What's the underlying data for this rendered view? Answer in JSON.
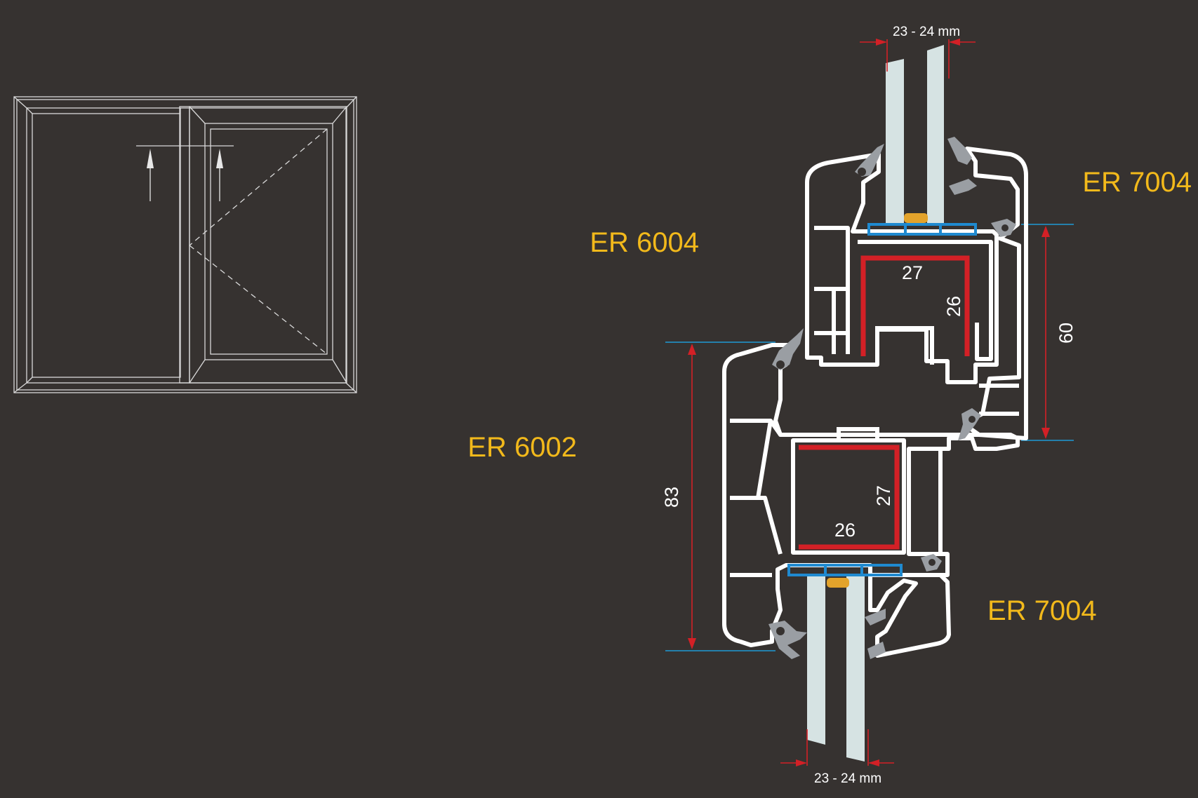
{
  "labels": {
    "top_sash": "ER 6004",
    "frame": "ER 6002",
    "top_bead": "ER 7004",
    "bottom_bead": "ER 7004"
  },
  "dimensions": {
    "glass_top": "23 - 24 mm",
    "glass_bottom": "23 - 24 mm",
    "sash_depth": "60",
    "frame_depth": "83",
    "top_reinforcement_w": "27",
    "top_reinforcement_h": "26",
    "bottom_reinforcement_w": "26",
    "bottom_reinforcement_h": "27"
  },
  "colors": {
    "background": "#363230",
    "profile": "#ffffff",
    "reinforcement": "#d32026",
    "spacer": "#1f8ad0",
    "dimension_line": "#d32026",
    "extension_line": "#1f9ad6",
    "label": "#f2b91b",
    "gasket": "#9a9ea3",
    "glass": "#d6e3e3",
    "block": "#e3a32b"
  }
}
